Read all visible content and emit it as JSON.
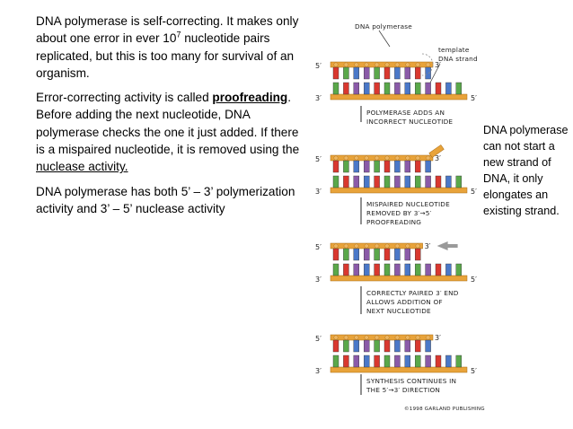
{
  "text": {
    "p1_before_sup": "DNA polymerase is self-correcting.  It makes only about one error in ever 10",
    "p1_sup": "7",
    "p1_after_sup": " nucleotide pairs replicated, but this is too many for survival of an organism.",
    "p2_intro": "Error-correcting activity is called ",
    "p2_keyword": "proofreading",
    "p2_middle": ".  Before adding the next nucleotide, DNA polymerase checks the one it just added.  If there is a mispaired nucleotide, it is removed using the ",
    "p2_link": "nuclease activity.",
    "p3": "DNA polymerase has both 5’ – 3’ polymerization activity and 3’ – 5’ nuclease activity",
    "side_note": "DNA polymerase can not start a new strand of DNA, it only elongates an existing strand."
  },
  "figure": {
    "label_polymerase": "DNA polymerase",
    "label_template_1": "template",
    "label_template_2": "DNA strand",
    "end_5": "5′",
    "end_3": "3′",
    "step1_line1": "POLYMERASE ADDS AN",
    "step1_line2": "INCORRECT NUCLEOTIDE",
    "step2_line1": "MISPAIRED NUCLEOTIDE",
    "step2_line2": "REMOVED BY 3′→5′",
    "step2_line3": "PROOFREADING",
    "step3_line1": "CORRECTLY PAIRED 3′ END",
    "step3_line2": "ALLOWS ADDITION OF",
    "step3_line3": "NEXT NUCLEOTIDE",
    "step4_line1": "SYNTHESIS CONTINUES IN",
    "step4_line2": "THE 5′→3′ DIRECTION",
    "copyright": "©1998 GARLAND PUBLISHING"
  },
  "colors": {
    "backbone": "#e8a33a",
    "backbone_dark": "#a86a14",
    "base_red": "#d9382f",
    "base_green": "#5aa84a",
    "base_blue": "#4a78c8",
    "base_purple": "#8a5aa8",
    "arrow_gray": "#9a9a9a"
  }
}
